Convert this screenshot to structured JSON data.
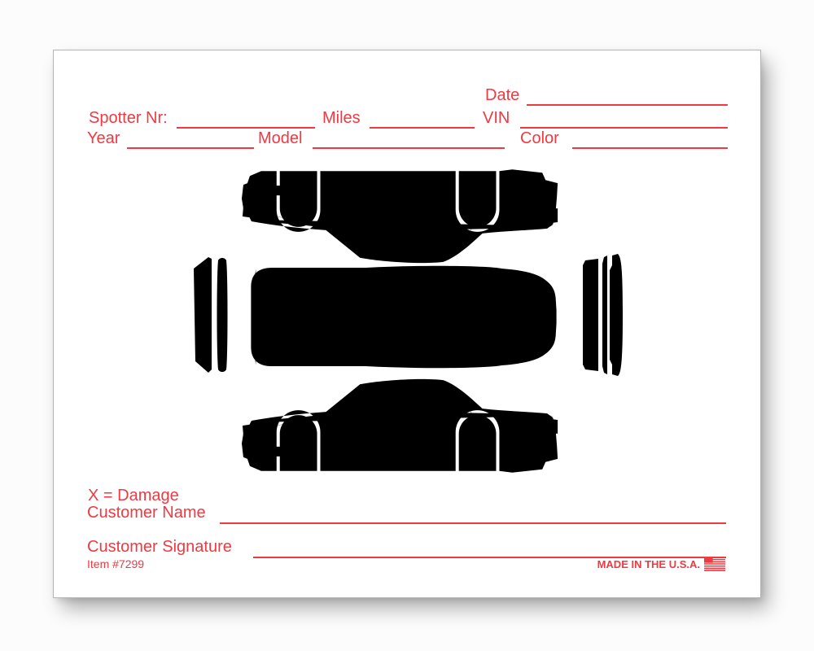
{
  "colors": {
    "ink_red": "#ee3a42",
    "card_bg": "#ffffff",
    "page_bg": "#fcfcfc"
  },
  "header": {
    "date_label": "Date",
    "spotter_label": "Spotter Nr:",
    "miles_label": "Miles",
    "vin_label": "VIN",
    "year_label": "Year",
    "model_label": "Model",
    "color_label": "Color"
  },
  "diagram": {
    "views": [
      "car-side-view-inverted",
      "car-front-end-view",
      "car-top-plan-view",
      "car-rear-end-view",
      "car-side-view"
    ]
  },
  "footer": {
    "damage_key": "X = Damage",
    "customer_name_label": "Customer Name",
    "customer_signature_label": "Customer Signature",
    "item_number": "Item #7299",
    "made_in_label": "MADE IN THE U.S.A.",
    "flag_icon": "us-flag-icon"
  }
}
